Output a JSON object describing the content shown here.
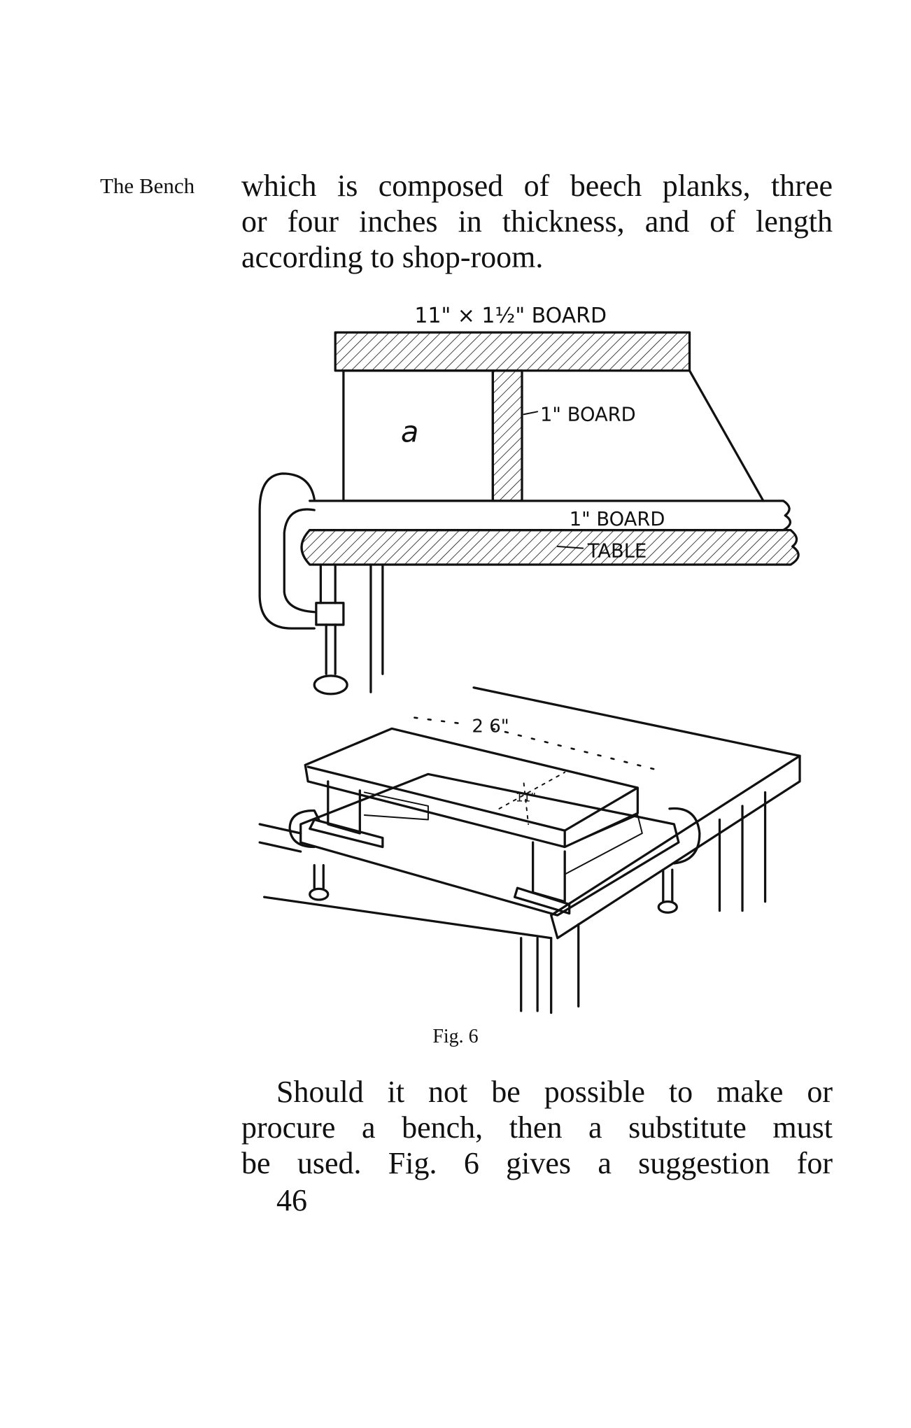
{
  "margin_note": "The Bench",
  "paragraph1": {
    "lines": [
      "which is composed of beech planks, three",
      "or four inches in thickness, and of length",
      "according to shop-room."
    ]
  },
  "figure": {
    "labels": {
      "top_board": "11\" × 1½\" BOARD",
      "block": "a",
      "upright_board": "1\" BOARD",
      "base_board": "1\" BOARD",
      "table": "TABLE",
      "length_dim": "2  6\"",
      "width_dim": "11\""
    },
    "caption": "Fig. 6"
  },
  "paragraph2": {
    "lines": [
      "Should it not be possible to make or",
      "procure a bench, then a substitute must",
      "be used.  Fig. 6 gives a suggestion for"
    ]
  },
  "page_number": "46"
}
